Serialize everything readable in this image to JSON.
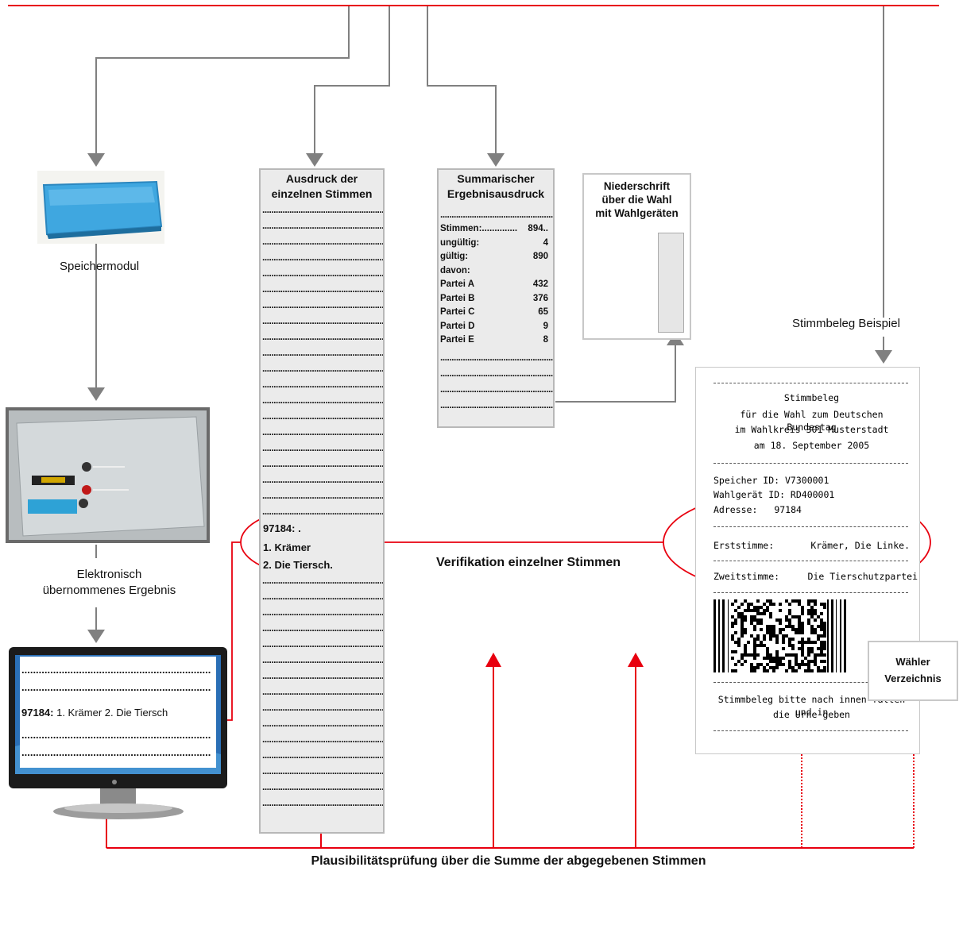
{
  "labels": {
    "speichermodul": "Speichermodul",
    "elektronisch_line1": "Elektronisch",
    "elektronisch_line2": "übernommenes Ergebnis",
    "stimmbeleg_beispiel": "Stimmbeleg Beispiel",
    "verifikation": "Verifikation einzelner Stimmen",
    "plausibilitaet": "Plausibilitätsprüfung über die Summe der abgegebenen Stimmen"
  },
  "ausdruck": {
    "title_line1": "Ausdruck der",
    "title_line2": "einzelnen Stimmen",
    "dotted": "......................................................",
    "vote_id": "97184: .",
    "vote_1": "1. Krämer",
    "vote_2": "2. Die Tiersch."
  },
  "summarisch": {
    "title_line1": "Summarischer",
    "title_line2": "Ergebnisausdruck",
    "dotted": "......................................................",
    "rows": [
      {
        "label": "Stimmen:..............",
        "value": "894.."
      },
      {
        "label": "ungültig:",
        "value": "4"
      },
      {
        "label": "gültig:",
        "value": "890"
      },
      {
        "label": "davon:",
        "value": ""
      },
      {
        "label": "Partei A",
        "value": "432"
      },
      {
        "label": "Partei B",
        "value": "376"
      },
      {
        "label": "Partei C",
        "value": "65"
      },
      {
        "label": "Partei D",
        "value": "9"
      },
      {
        "label": "Partei E",
        "value": "8"
      }
    ]
  },
  "niederschrift": {
    "line1": "Niederschrift",
    "line2": "über die Wahl",
    "line3": "mit Wahlgeräten"
  },
  "monitor": {
    "dotted": "..................................................................",
    "record_id": "97184:",
    "record_text": " 1. Krämer 2. Die Tiersch"
  },
  "stimmbeleg": {
    "title": "Stimmbeleg",
    "line2": "für die Wahl zum Deutschen Bundestag",
    "line3": "im Wahlkreis 301 Musterstadt",
    "line4": "am 18. September 2005",
    "speicher": "Speicher ID: V7300001",
    "wahlgeraet": "Wahlgerät ID: RD400001",
    "adresse_label": "Adresse:",
    "adresse_value": "97184",
    "erststimme_label": "Erststimme:",
    "erststimme_value": "Krämer, Die Linke.",
    "zweitstimme_label": "Zweitstimme:",
    "zweitstimme_value": "Die Tierschutzpartei",
    "footer1": "Stimmbeleg bitte nach innen falten und in",
    "footer2": "die Urne geben"
  },
  "waehler": {
    "line1": "Wähler",
    "line2": "Verzeichnis"
  },
  "colors": {
    "red": "#e8000f",
    "grey_arrow": "#808080",
    "box_fill": "#ebebeb"
  }
}
